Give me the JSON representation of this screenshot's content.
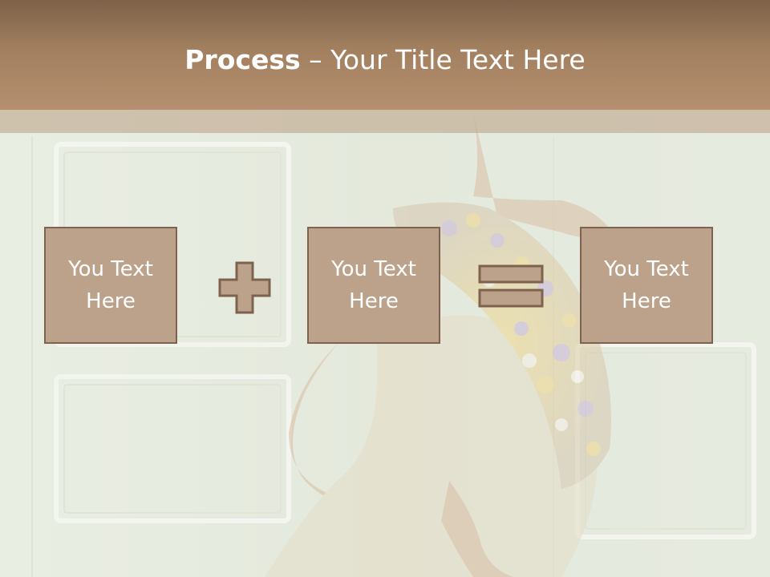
{
  "slide": {
    "title_bold": "Process",
    "title_rest": " – Your Title Text Here",
    "boxes": [
      {
        "line1": "You Text",
        "line2": "Here"
      },
      {
        "line1": "You Text",
        "line2": "Here"
      },
      {
        "line1": "You Text",
        "line2": "Here"
      }
    ],
    "operators": [
      "plus-icon",
      "equals-icon"
    ]
  },
  "colors": {
    "title_bar": "#a2805f",
    "box_fill": "#bca28a",
    "box_border": "#7d634e",
    "text": "#ffffff"
  }
}
